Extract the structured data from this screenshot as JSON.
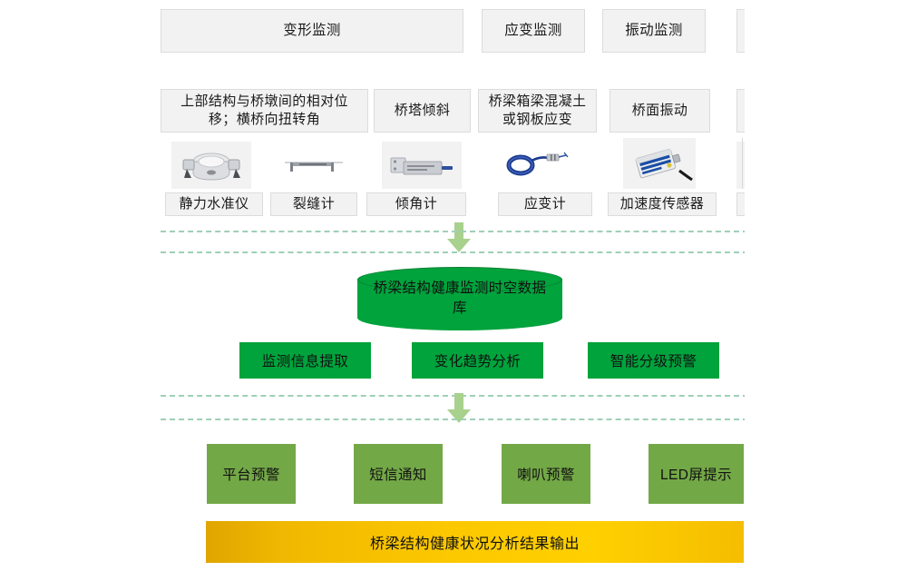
{
  "diagram": {
    "title_row": {
      "items": [
        {
          "label": "变形监测"
        },
        {
          "label": "应变监测"
        },
        {
          "label": "振动监测"
        },
        {
          "label": ""
        }
      ]
    },
    "measurand_row": {
      "items": [
        {
          "label": "上部结构与桥墩间的相对位移；横桥向扭转角"
        },
        {
          "label": "桥塔倾斜"
        },
        {
          "label": "桥梁箱梁混凝土或钢板应变"
        },
        {
          "label": "桥面振动"
        },
        {
          "label": ""
        }
      ]
    },
    "sensor_row": {
      "items": [
        {
          "label": "静力水准仪",
          "icon": "hydrostatic-level-sensor-photo"
        },
        {
          "label": "裂缝计",
          "icon": "crack-meter-photo"
        },
        {
          "label": "倾角计",
          "icon": "inclinometer-photo"
        },
        {
          "label": "应变计",
          "icon": "strain-gauge-photo"
        },
        {
          "label": "加速度传感器",
          "icon": "accelerometer-photo"
        },
        {
          "label": "",
          "icon": "clipped-photo"
        }
      ]
    },
    "database": {
      "label": "桥梁结构健康监测时空数据库"
    },
    "analysis_row": {
      "items": [
        {
          "label": "监测信息提取"
        },
        {
          "label": "变化趋势分析"
        },
        {
          "label": "智能分级预警"
        }
      ]
    },
    "alert_row": {
      "items": [
        {
          "label": "平台预警"
        },
        {
          "label": "短信通知"
        },
        {
          "label": "喇叭预警"
        },
        {
          "label": "LED屏提示"
        }
      ]
    },
    "output_bar": {
      "label": "桥梁结构健康状况分析结果输出"
    },
    "connectors": [
      {
        "name": "down-arrow-to-database"
      },
      {
        "name": "down-arrow-to-alerts"
      }
    ],
    "colors": {
      "box_fill": "#f2f2f2",
      "box_border": "#dcdcdc",
      "database_green": "#00a33c",
      "analysis_green": "#00a33c",
      "alert_olive": "#73a847",
      "output_yellow": "#fcc800",
      "dash_line": "#9fd0b8",
      "arrow_green": "#a8d18d"
    }
  }
}
